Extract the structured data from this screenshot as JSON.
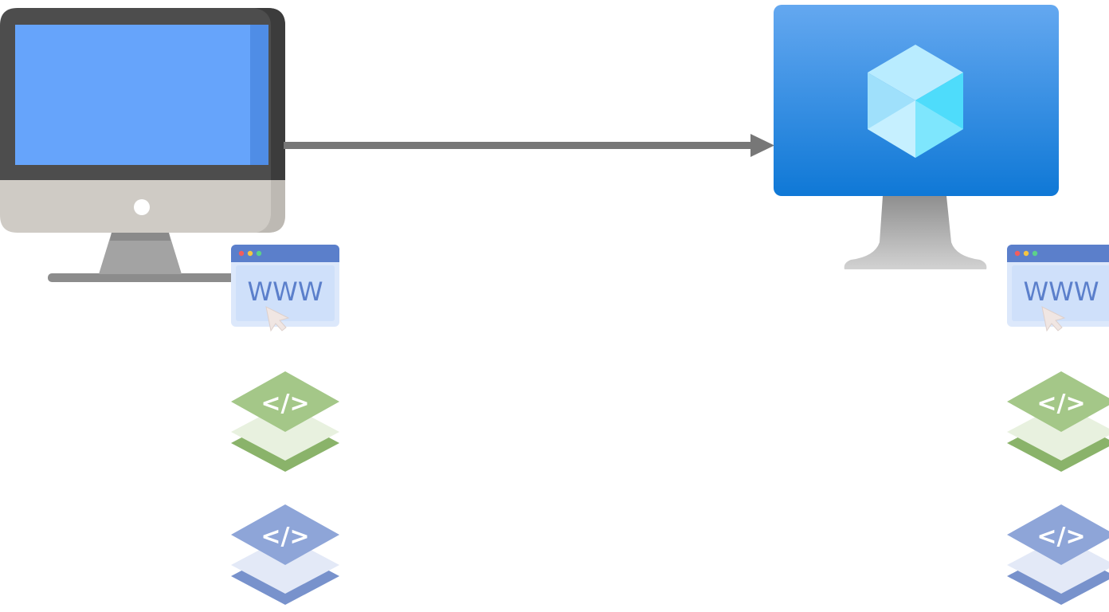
{
  "diagram": {
    "source": {
      "type": "desktop computer",
      "screen_color": "#66a4fb",
      "bezel_color": "#4d4d4d",
      "chin_color": "#cfcbc5",
      "stand_color": "#8c8c8c",
      "apps": [
        {
          "type": "website",
          "icon": "www-window-icon",
          "text": "WWW",
          "accent": "#5b7fcb"
        },
        {
          "type": "code-layer",
          "icon": "code-layers-icon",
          "text": "</>",
          "accent": "#8ab36a"
        },
        {
          "type": "code-layer",
          "icon": "code-layers-icon",
          "text": "</>",
          "accent": "#7892cc"
        }
      ]
    },
    "connector": {
      "type": "arrow",
      "direction": "right",
      "color": "#777777"
    },
    "target": {
      "type": "azure virtual machine",
      "icon": "cube-icon",
      "screen_color": "#1c83dc",
      "stand_color": "#a9a9a9",
      "apps": [
        {
          "type": "website",
          "icon": "www-window-icon",
          "text": "WWW",
          "accent": "#5b7fcb"
        },
        {
          "type": "code-layer",
          "icon": "code-layers-icon",
          "text": "</>",
          "accent": "#8ab36a"
        },
        {
          "type": "code-layer",
          "icon": "code-layers-icon",
          "text": "</>",
          "accent": "#7892cc"
        }
      ]
    }
  }
}
